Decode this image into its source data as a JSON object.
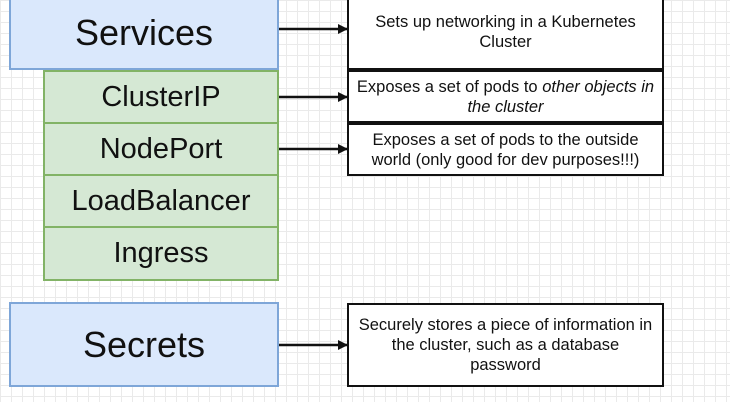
{
  "services": {
    "title": "Services",
    "description": "Sets up networking in a Kubernetes Cluster",
    "types": [
      {
        "label": "ClusterIP",
        "description_start": "Exposes a set of pods to ",
        "description_emphasis": "other objects in the cluster"
      },
      {
        "label": "NodePort",
        "description": "Exposes a set of pods to the outside world (only good for dev purposes!!!)"
      },
      {
        "label": "LoadBalancer"
      },
      {
        "label": "Ingress"
      }
    ]
  },
  "secrets": {
    "title": "Secrets",
    "description": "Securely stores a piece of information in the cluster, such as a database password"
  },
  "colors": {
    "object_fill": "#dae8fc",
    "object_border": "#7ea6d8",
    "type_fill": "#d5e8d4",
    "type_border": "#82b366",
    "note_border": "#111111",
    "arrow": "#111111"
  }
}
